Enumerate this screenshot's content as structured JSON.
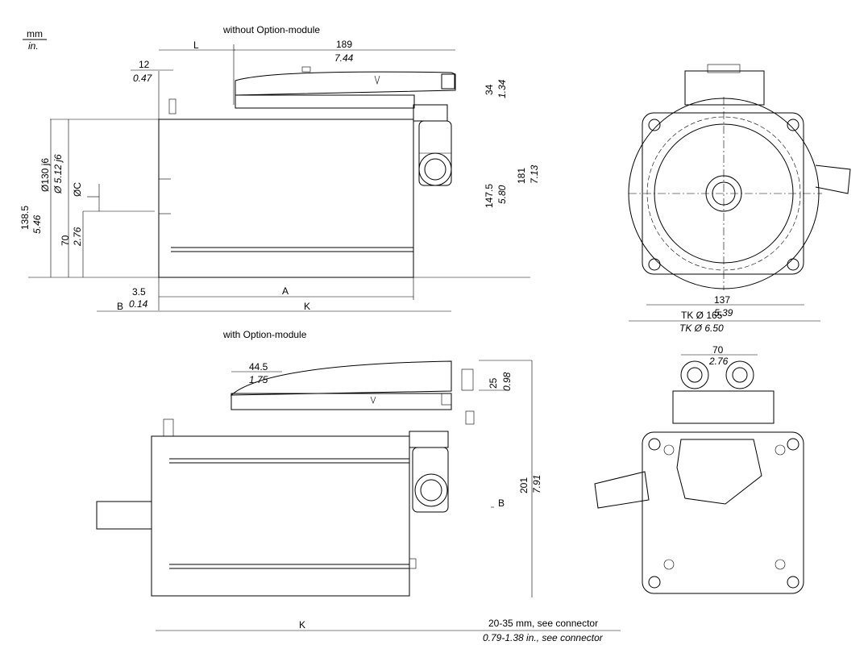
{
  "units": {
    "metric": "mm",
    "imperial": "in."
  },
  "views": {
    "top_title": "without Option-module",
    "bottom_title": "with Option-module"
  },
  "dims": {
    "L": "L",
    "A": "A",
    "K": "K",
    "B": "B",
    "C": "ØC",
    "len_189": "189",
    "len_189_in": "7.44",
    "len_12": "12",
    "len_12_in": "0.47",
    "len_34": "34",
    "len_34_in": "1.34",
    "len_181": "181",
    "len_181_in": "7.13",
    "len_147_5": "147.5",
    "len_147_5_in": "5.80",
    "shaft_d": "Ø130 j6",
    "shaft_d_in": "Ø 5.12 j6",
    "len_138_5": "138.5",
    "len_138_5_in": "5.46",
    "len_70": "70",
    "len_70_in": "2.76",
    "len_3_5": "3.5",
    "len_3_5_in": "0.14",
    "len_137": "137",
    "len_137_in": "5.39",
    "tk": "TK Ø 165",
    "tk_in": "TK Ø 6.50",
    "len_44_5": "44.5",
    "len_44_5_in": "1.75",
    "len_25": "25",
    "len_25_in": "0.98",
    "len_201": "201",
    "len_201_in": "7.91",
    "len_70b": "70",
    "len_70b_in": "2.76",
    "connector": "20-35 mm, see connector",
    "connector_in": "0.79-1.38 in., see connector"
  }
}
